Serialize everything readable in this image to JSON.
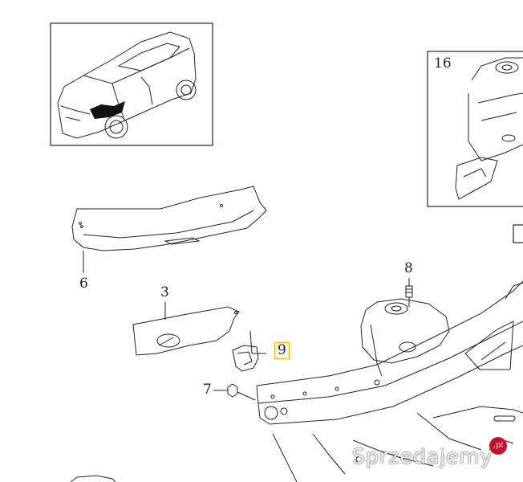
{
  "callouts": {
    "c6": "6",
    "c3": "3",
    "c9": "9",
    "c7": "7",
    "c8": "8",
    "c16": "16"
  },
  "watermark": {
    "text": "Sprzedajemy",
    "badge": ".pl"
  },
  "colors": {
    "line": "#222222",
    "highlight": "#f0b400",
    "watermark_badge": "#c8102e"
  }
}
